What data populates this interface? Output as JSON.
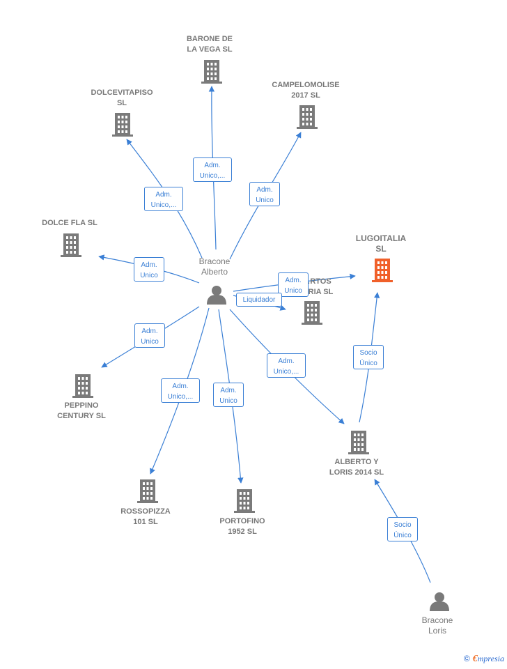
{
  "nodes": {
    "barone": "BARONE DE\nLA VEGA  SL",
    "dolcevitapiso": "DOLCEVITAPISO\nSL",
    "campelomolise": "CAMPELOMOLISE\n2017  SL",
    "dolcefla": "DOLCE FLA  SL",
    "lugoitalia": "LUGOITALIA\nSL",
    "bracone_alberto": "Bracone\nAlberto",
    "hidden_company": "…RTOS\n…RIA SL",
    "peppino": "PEPPINO\nCENTURY  SL",
    "rossopizza": "ROSSOPIZZA\n101  SL",
    "portofino": "PORTOFINO\n1952  SL",
    "alberto_loris": "ALBERTO Y\nLORIS 2014  SL",
    "bracone_loris": "Bracone\nLoris"
  },
  "edges": {
    "barone": "Adm.\nUnico,...",
    "dolcevitapiso": "Adm.\nUnico,...",
    "campelomolise": "Adm.\nUnico",
    "dolcefla": "Adm.\nUnico",
    "lugoitalia": "Adm.\nUnico",
    "liquidador": "Liquidador",
    "peppino": "Adm.\nUnico",
    "rossopizza": "Adm.\nUnico,...",
    "portofino": "Adm.\nUnico",
    "alberto_loris": "Adm.\nUnico,...",
    "socio_lugo": "Socio\nÚnico",
    "socio_loris": "Socio\nÚnico"
  },
  "colors": {
    "edge": "#3a7fd5",
    "node": "#777777",
    "highlight": "#f0602a"
  },
  "icons": {
    "company": "building-icon",
    "person": "person-icon"
  },
  "footer": {
    "copyright": "©",
    "brand_initial": "€",
    "brand_rest": "mpresia"
  }
}
